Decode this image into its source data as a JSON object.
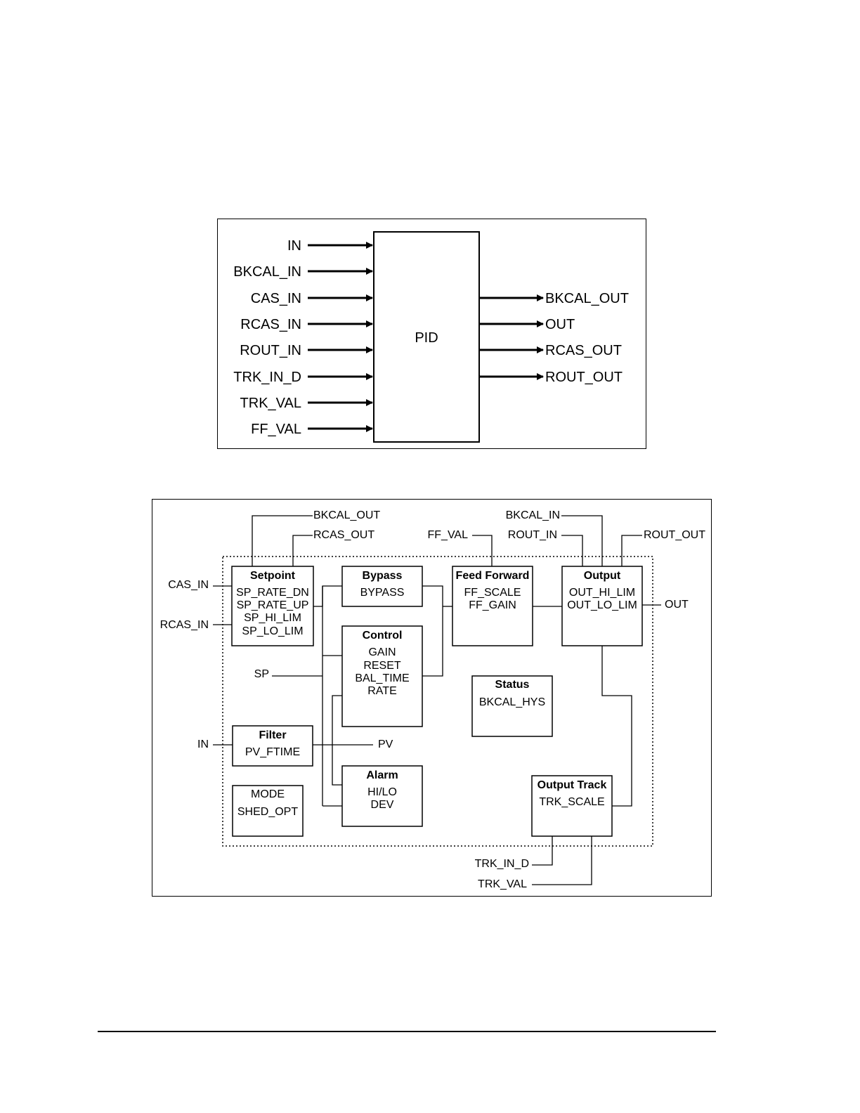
{
  "block_figure": {
    "block_label": "PID",
    "inputs": [
      "IN",
      "BKCAL_IN",
      "CAS_IN",
      "RCAS_IN",
      "ROUT_IN",
      "TRK_IN_D",
      "TRK_VAL",
      "FF_VAL"
    ],
    "outputs": [
      "BKCAL_OUT",
      "OUT",
      "RCAS_OUT",
      "ROUT_OUT"
    ]
  },
  "schematic": {
    "blocks": {
      "setpoint": {
        "title": "Setpoint",
        "params": [
          "SP_RATE_DN",
          "SP_RATE_UP",
          "SP_HI_LIM",
          "SP_LO_LIM"
        ]
      },
      "bypass": {
        "title": "Bypass",
        "params": [
          "BYPASS"
        ]
      },
      "feed_forward": {
        "title": "Feed Forward",
        "params": [
          "FF_SCALE",
          "FF_GAIN"
        ]
      },
      "output": {
        "title": "Output",
        "params": [
          "OUT_HI_LIM",
          "OUT_LO_LIM"
        ]
      },
      "control": {
        "title": "Control",
        "params": [
          "GAIN",
          "RESET",
          "BAL_TIME",
          "RATE"
        ]
      },
      "status": {
        "title": "Status",
        "params": [
          "BKCAL_HYS"
        ]
      },
      "filter": {
        "title": "Filter",
        "params": [
          "PV_FTIME"
        ]
      },
      "mode": {
        "title": "MODE",
        "params": [
          "SHED_OPT"
        ]
      },
      "alarm": {
        "title": "Alarm",
        "params": [
          "HI/LO",
          "DEV"
        ]
      },
      "output_track": {
        "title": "Output Track",
        "params": [
          "TRK_SCALE"
        ]
      }
    },
    "signals": {
      "bkcal_out": "BKCAL_OUT",
      "rcas_out": "RCAS_OUT",
      "ff_val": "FF_VAL",
      "bkcal_in": "BKCAL_IN",
      "rout_in": "ROUT_IN",
      "rout_out": "ROUT_OUT",
      "cas_in": "CAS_IN",
      "rcas_in": "RCAS_IN",
      "out": "OUT",
      "sp": "SP",
      "in": "IN",
      "pv": "PV",
      "trk_in_d": "TRK_IN_D",
      "trk_val": "TRK_VAL"
    }
  }
}
